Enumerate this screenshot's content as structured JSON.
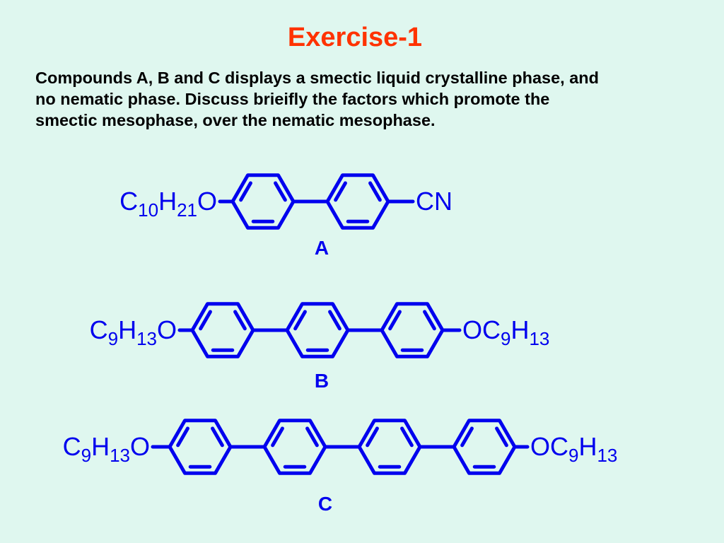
{
  "slide": {
    "title": "Exercise-1",
    "question_lines": [
      "Compounds A, B and C displays a smectic liquid crystalline phase, and",
      "no nematic phase.  Discuss brieifly the factors which promote the",
      "smectic mesophase, over the nematic mesophase."
    ]
  },
  "colors": {
    "background": "#dff7ef",
    "title": "#ff3300",
    "structure": "#0000ee",
    "text": "#000000"
  },
  "compounds": [
    {
      "label": "A",
      "left_group": {
        "atoms": [
          {
            "t": "C",
            "sub": false
          },
          {
            "t": "10",
            "sub": true
          },
          {
            "t": "H",
            "sub": false
          },
          {
            "t": "21",
            "sub": true
          },
          {
            "t": "O",
            "sub": false
          }
        ]
      },
      "rings": 2,
      "right_group": {
        "atoms": [
          {
            "t": "CN",
            "sub": false
          }
        ]
      }
    },
    {
      "label": "B",
      "left_group": {
        "atoms": [
          {
            "t": "C",
            "sub": false
          },
          {
            "t": "9",
            "sub": true
          },
          {
            "t": "H",
            "sub": false
          },
          {
            "t": "13",
            "sub": true
          },
          {
            "t": "O",
            "sub": false
          }
        ]
      },
      "rings": 3,
      "right_group": {
        "atoms": [
          {
            "t": "OC",
            "sub": false
          },
          {
            "t": "9",
            "sub": true
          },
          {
            "t": "H",
            "sub": false
          },
          {
            "t": "13",
            "sub": true
          }
        ]
      }
    },
    {
      "label": "C",
      "left_group": {
        "atoms": [
          {
            "t": "C",
            "sub": false
          },
          {
            "t": "9",
            "sub": true
          },
          {
            "t": "H",
            "sub": false
          },
          {
            "t": "13",
            "sub": true
          },
          {
            "t": "O",
            "sub": false
          }
        ]
      },
      "rings": 4,
      "right_group": {
        "atoms": [
          {
            "t": "OC",
            "sub": false
          },
          {
            "t": "9",
            "sub": true
          },
          {
            "t": "H",
            "sub": false
          },
          {
            "t": "13",
            "sub": true
          }
        ]
      }
    }
  ]
}
